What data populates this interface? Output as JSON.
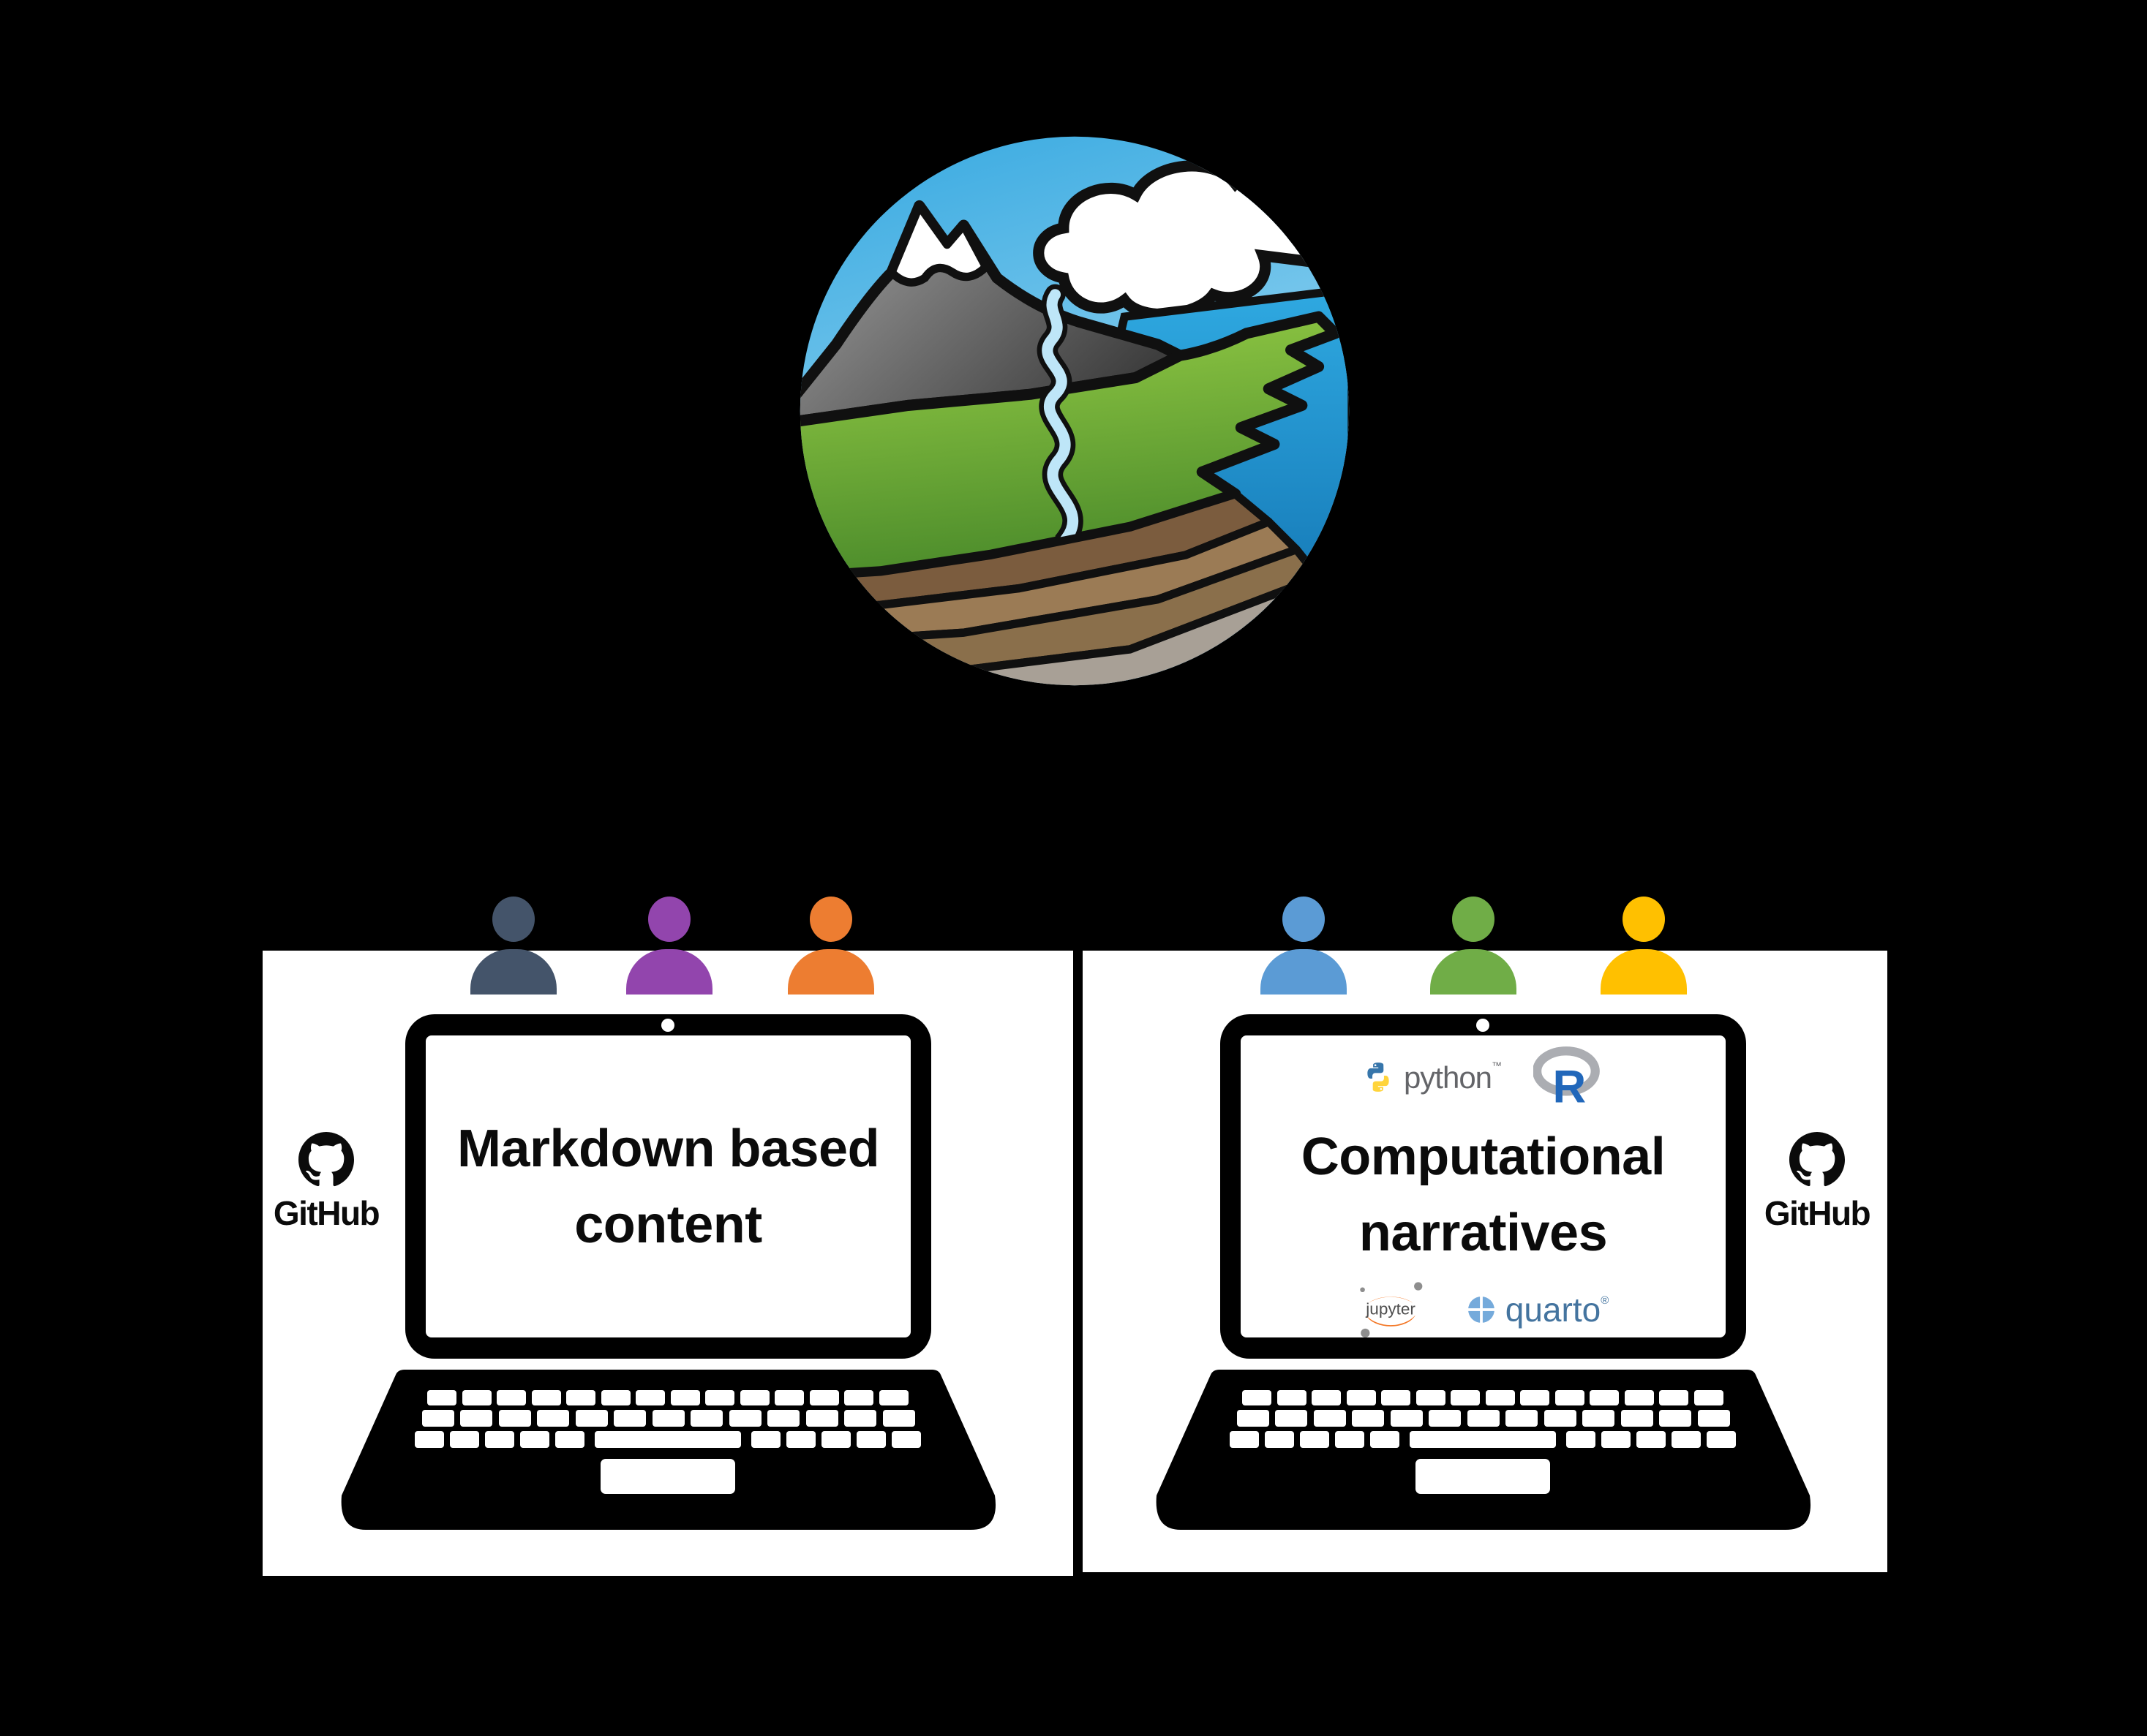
{
  "colors": {
    "bg": "#000000",
    "panel": "#ffffff",
    "ink": "#0b0b0b",
    "person-slate": "#44546A",
    "person-purple": "#9245AD",
    "person-orange": "#ED7D31",
    "person-blue": "#5B9BD5",
    "person-green": "#70AD47",
    "person-yellow": "#FFC000",
    "python-blue": "#3776AB",
    "python-yellow": "#FFD43B",
    "python-gray": "#646569",
    "r-blue": "#2167BA",
    "r-ring": "#ABADB2",
    "jupyter-orange": "#F37726",
    "jupyter-gray": "#4E4E4E",
    "quarto-blue": "#75AADB",
    "quarto-text": "#44749F"
  },
  "logo": {
    "icon": "mountain-river-lake-landscape"
  },
  "left_panel": {
    "people_colors": [
      "#44546A",
      "#9245AD",
      "#ED7D31"
    ],
    "github": {
      "label": "GitHub",
      "icon": "octocat"
    },
    "screen": {
      "line1": "Markdown based",
      "line2": "content"
    }
  },
  "right_panel": {
    "people_colors": [
      "#5B9BD5",
      "#70AD47",
      "#FFC000"
    ],
    "github": {
      "label": "GitHub",
      "icon": "octocat"
    },
    "screen": {
      "line1": "Computational",
      "line2": "narratives",
      "python_label": "python",
      "python_tm": "™",
      "r_label": "R",
      "jupyter_label": "jupyter",
      "quarto_label": "quarto",
      "quarto_reg": "®"
    }
  }
}
